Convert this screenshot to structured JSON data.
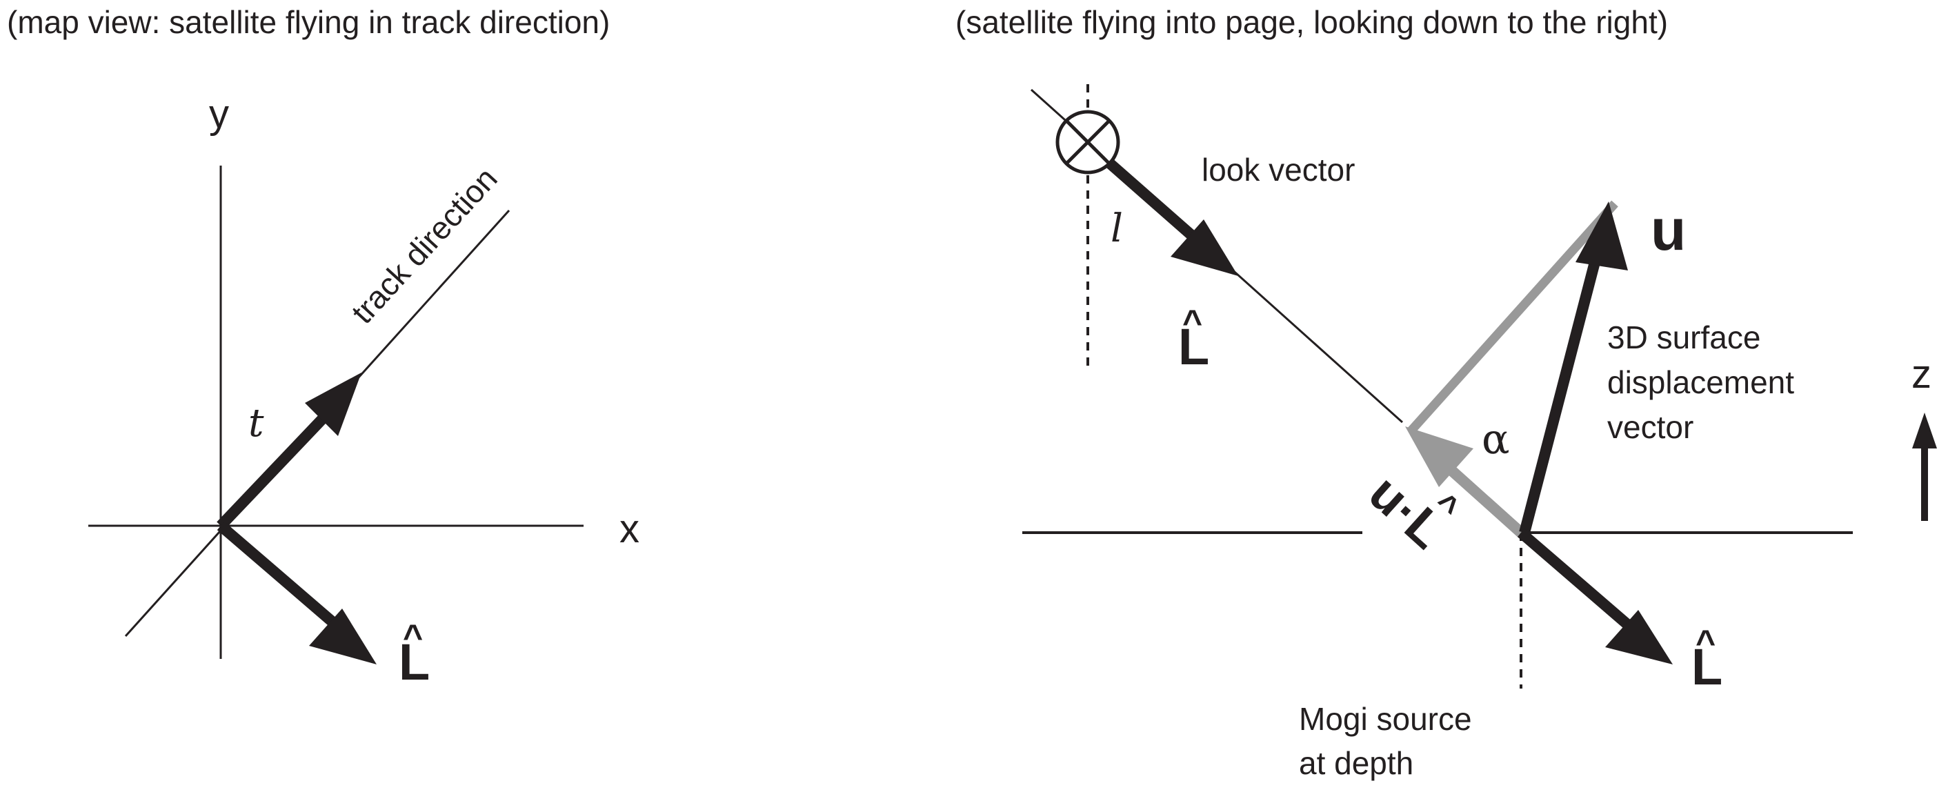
{
  "left_panel": {
    "caption": "(map view: satellite flying in track direction)",
    "y_axis_label": "y",
    "x_axis_label": "x",
    "track_label": "track direction",
    "t_label": "t",
    "look_unit_symbol": "L",
    "look_unit_hat": "^"
  },
  "right_panel": {
    "caption": "(satellite flying into page, looking down to the right)",
    "look_vector_label": "look vector",
    "l_label": "l",
    "look_unit_symbol": "L",
    "look_unit_hat": "^",
    "u_label": "u",
    "displacement_label_line1": "3D surface",
    "displacement_label_line2": "displacement",
    "displacement_label_line3": "vector",
    "alpha_label": "α",
    "projection_label": "u·L",
    "projection_hat": "^",
    "mogi_label_line1": "Mogi source",
    "mogi_label_line2": "at depth",
    "z_label": "z"
  },
  "colors": {
    "ink": "#231f20",
    "gray_arrow": "#999999",
    "background": "#ffffff"
  }
}
